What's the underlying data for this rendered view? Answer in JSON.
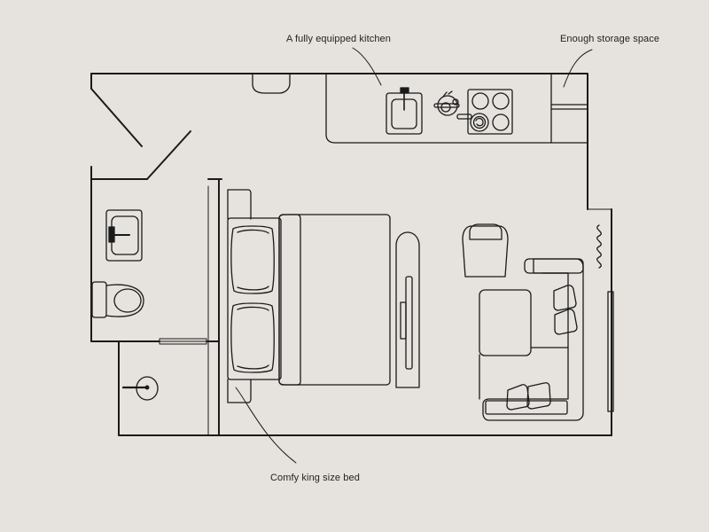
{
  "floorplan": {
    "annotations": {
      "kitchen": "A fully equipped kitchen",
      "storage": "Enough storage space",
      "bed": "Comfy king size bed"
    },
    "colors": {
      "background": "#e6e2dd",
      "line": "#1a1a1a"
    }
  }
}
